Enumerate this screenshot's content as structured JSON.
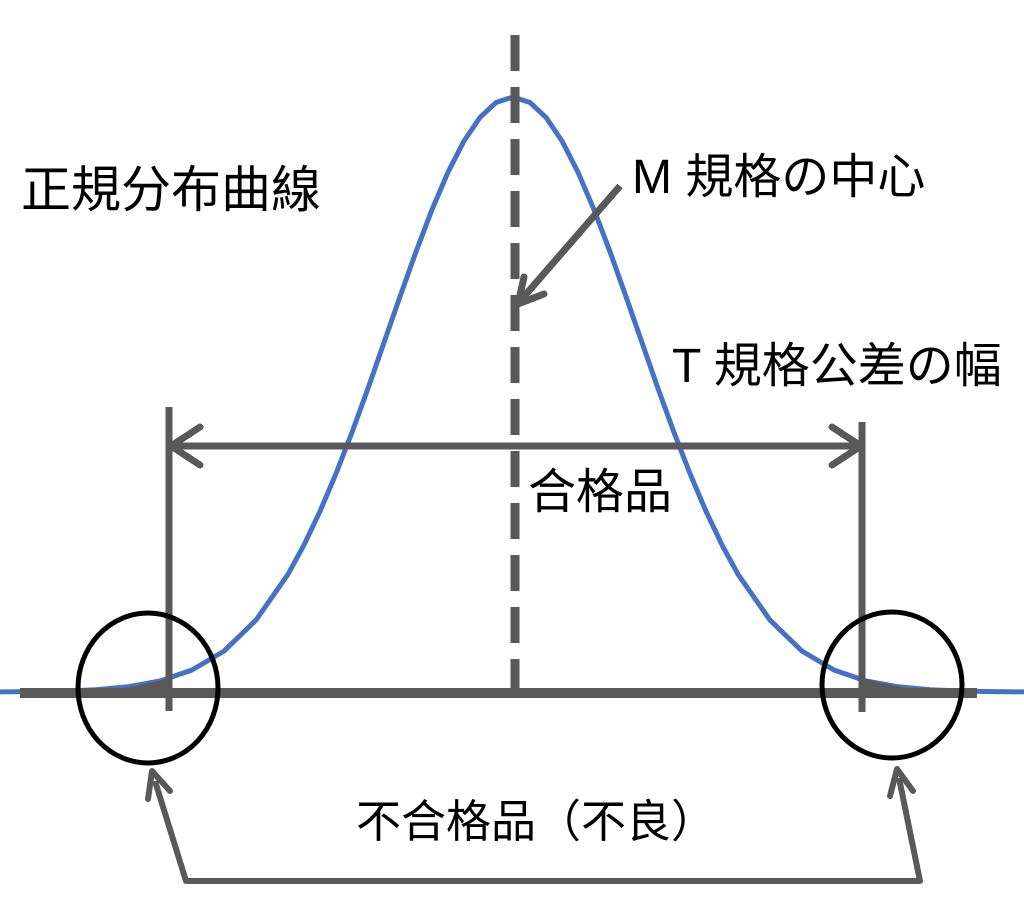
{
  "figure": {
    "type": "normal-distribution-tolerance-diagram",
    "labels": {
      "curve": "正規分布曲線",
      "center": "M 規格の中心",
      "tolerance": "T 規格公差の幅",
      "pass": "合格品",
      "fail": "不合格品（不良）"
    },
    "annotations": [
      {
        "name": "center-dashed-line",
        "meaning": "規格の中心 (M)"
      },
      {
        "name": "tolerance-double-arrow",
        "meaning": "規格公差の幅 (T)"
      },
      {
        "name": "left-defect-circle",
        "meaning": "下限外の不合格品"
      },
      {
        "name": "right-defect-circle",
        "meaning": "上限外の不合格品"
      }
    ]
  },
  "colors": {
    "curve": "#4472C4",
    "gray": "#595959",
    "circle": "#000000",
    "text": "#000000",
    "bg": "#FFFFFF"
  }
}
